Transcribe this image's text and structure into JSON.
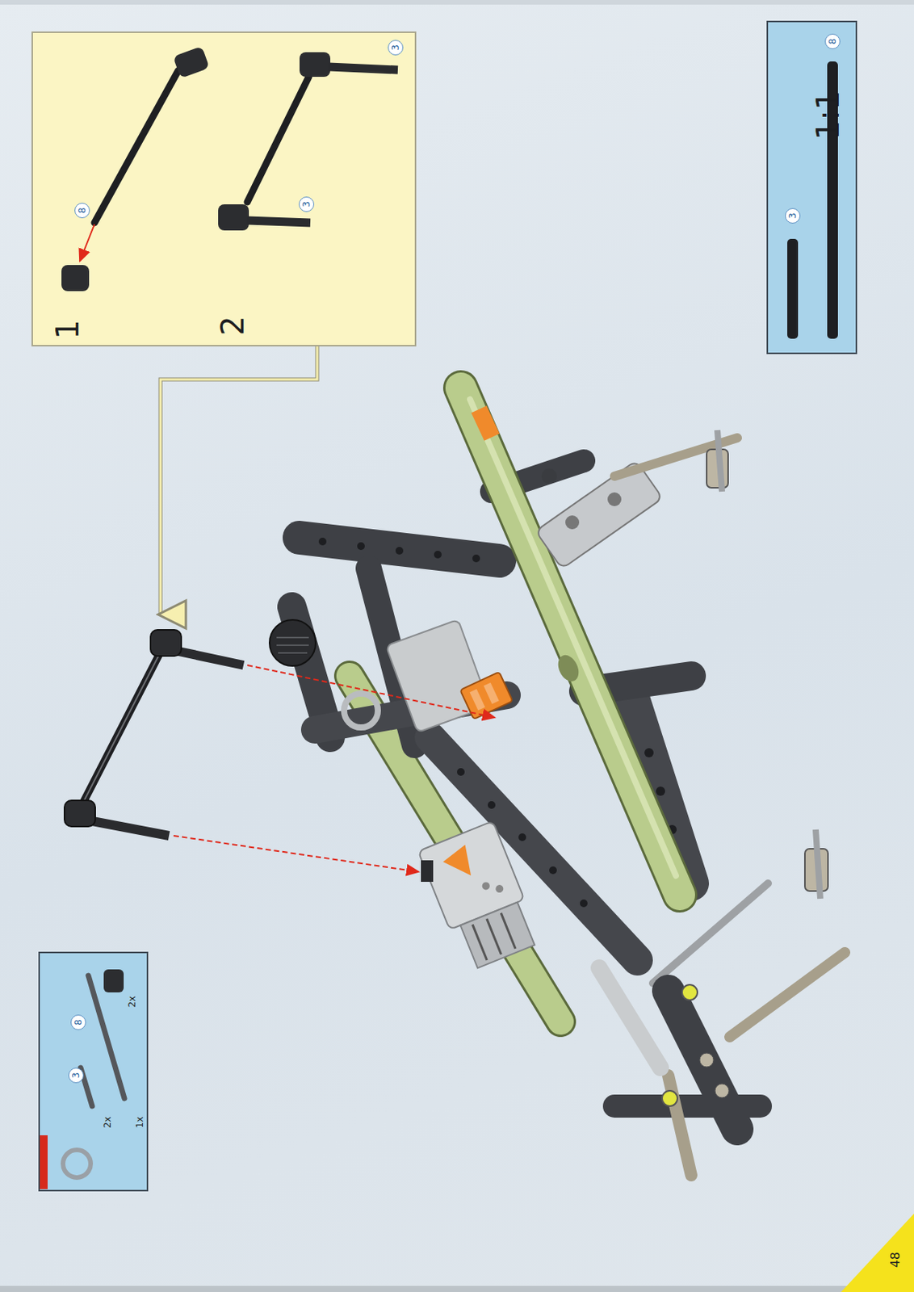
{
  "diagram": {
    "nodes": [
      {
        "text": [
          "1",
          "8",
          "2",
          "3",
          "3"
        ]
      },
      {
        "text": [
          "1:1",
          "3",
          "8"
        ]
      },
      {
        "text": [
          "8",
          "3",
          "2x",
          "1x",
          "2x"
        ]
      }
    ],
    "labels": [
      "48"
    ]
  }
}
